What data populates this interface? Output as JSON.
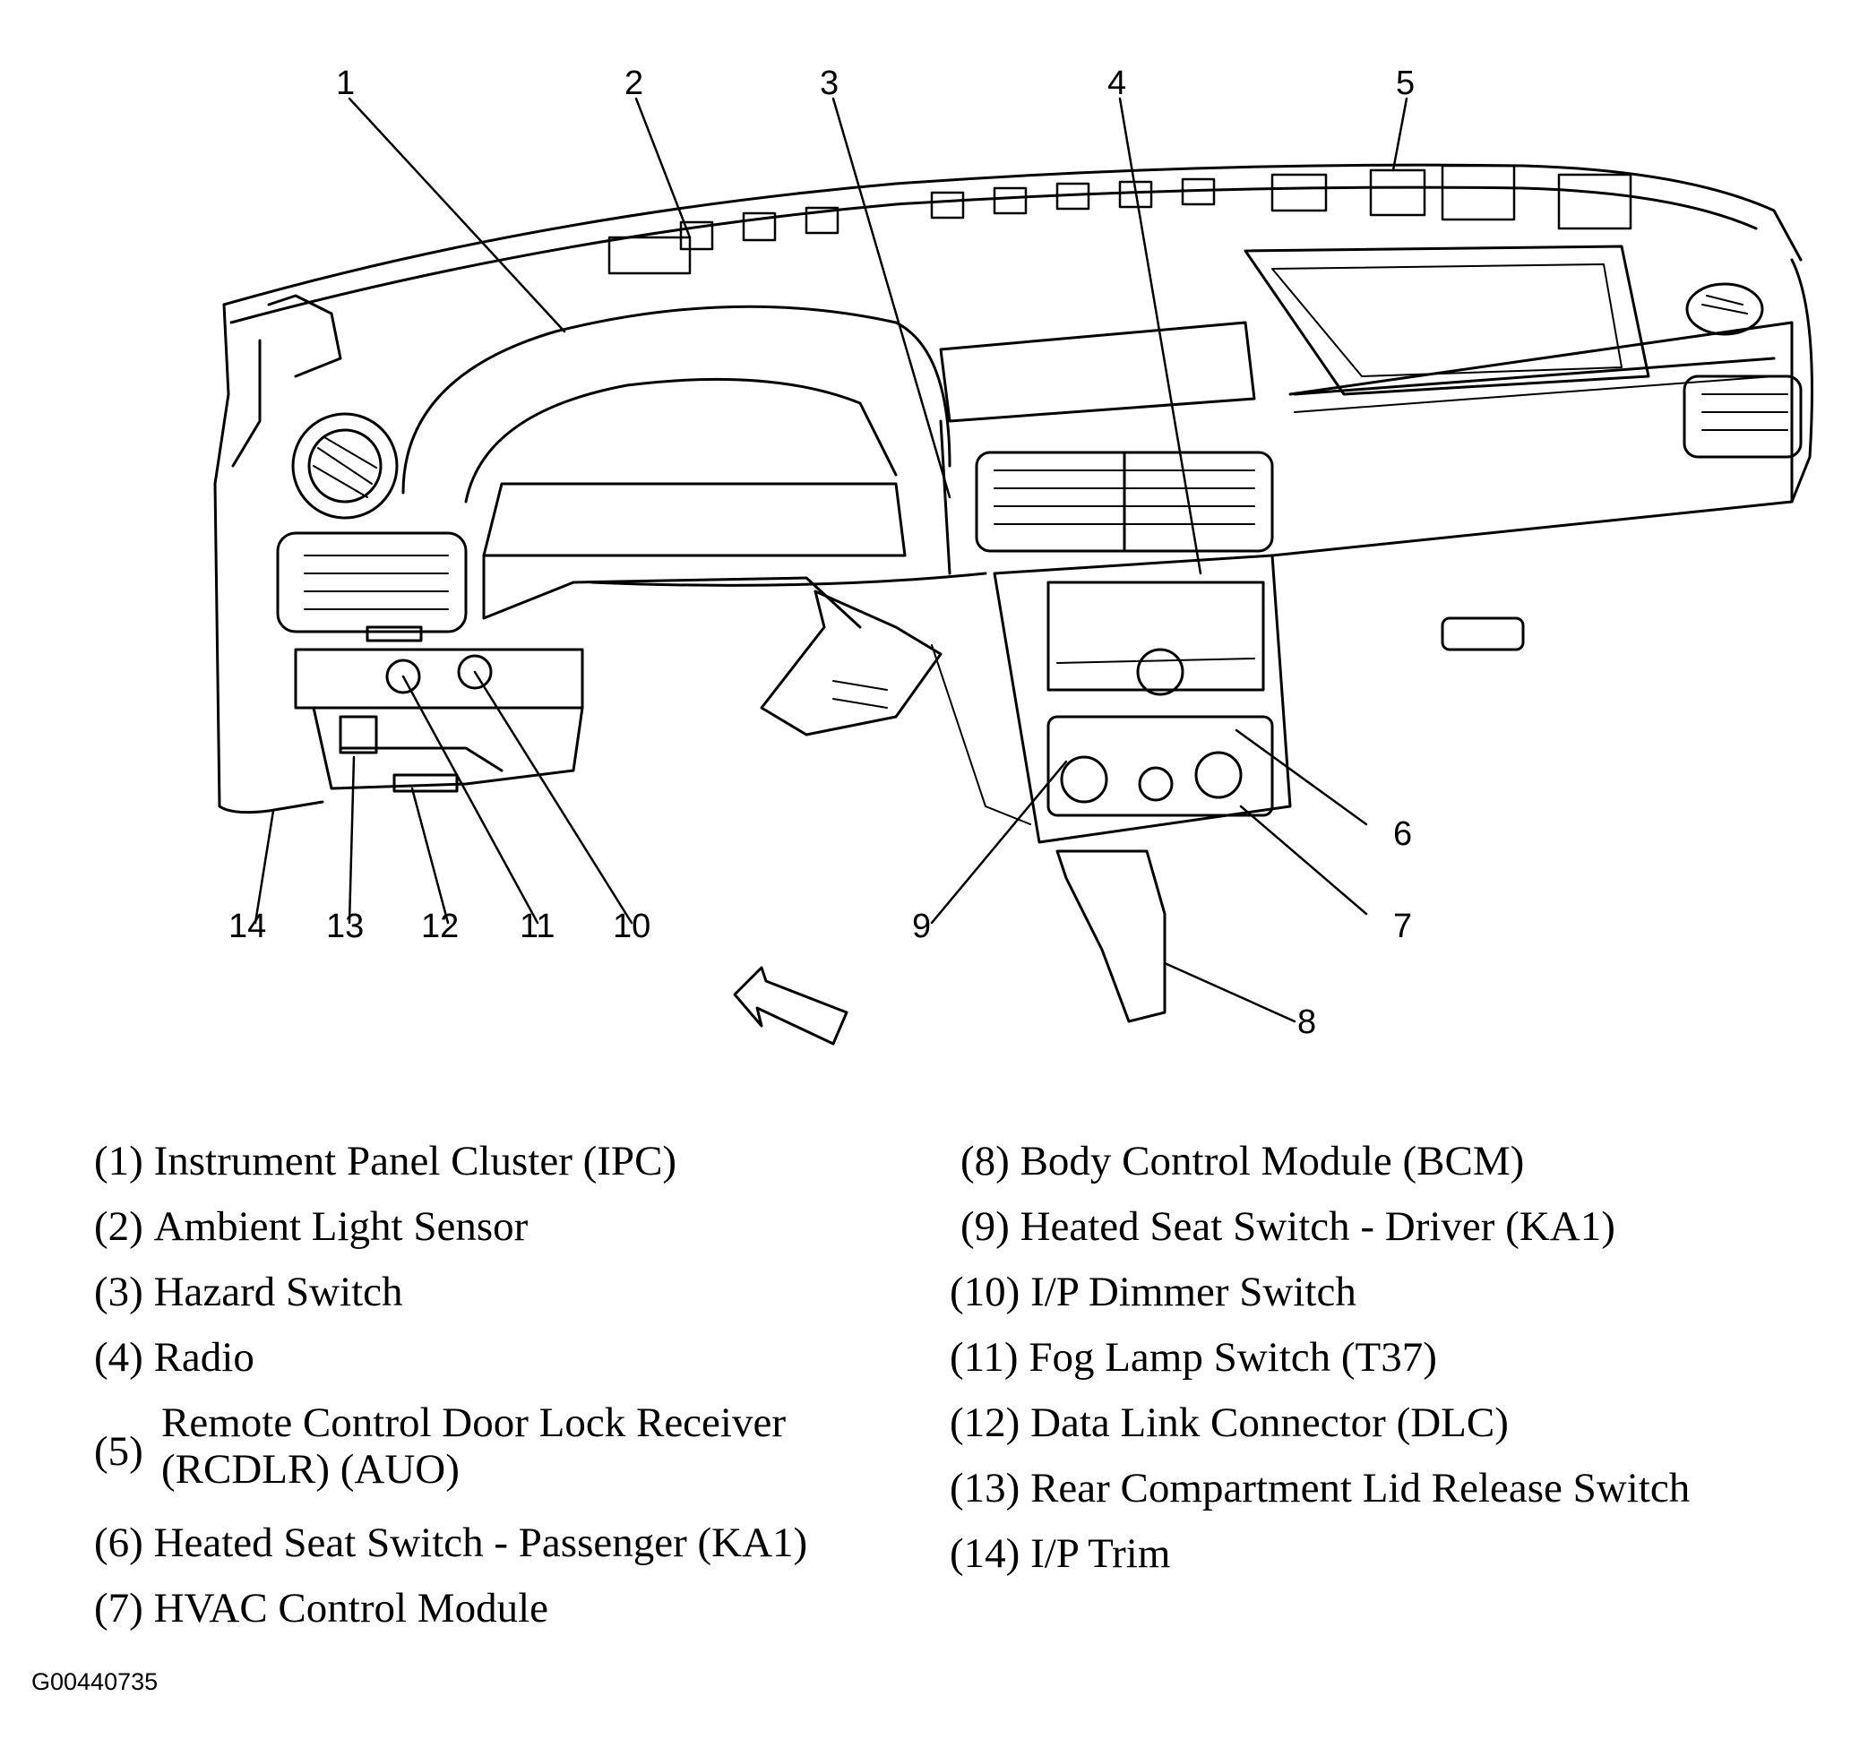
{
  "callouts": [
    "1",
    "2",
    "3",
    "4",
    "5",
    "6",
    "7",
    "8",
    "9",
    "10",
    "11",
    "12",
    "13",
    "14"
  ],
  "legend": [
    {
      "num": "(1)",
      "text": "Instrument Panel Cluster (IPC)"
    },
    {
      "num": "(2)",
      "text": "Ambient Light Sensor"
    },
    {
      "num": "(3)",
      "text": "Hazard Switch"
    },
    {
      "num": "(4)",
      "text": "Radio"
    },
    {
      "num": "(5)",
      "text": "Remote Control Door Lock Receiver",
      "text2": "(RCDLR) (AUO)"
    },
    {
      "num": "(6)",
      "text": "Heated Seat Switch - Passenger (KA1)"
    },
    {
      "num": "(7)",
      "text": "HVAC Control Module"
    },
    {
      "num": "(8)",
      "text": "Body Control Module (BCM)"
    },
    {
      "num": "(9)",
      "text": "Heated Seat Switch - Driver (KA1)"
    },
    {
      "num": "(10)",
      "text": "I/P Dimmer Switch"
    },
    {
      "num": "(11)",
      "text": "Fog Lamp Switch (T37)"
    },
    {
      "num": "(12)",
      "text": "Data Link Connector (DLC)"
    },
    {
      "num": "(13)",
      "text": "Rear Compartment Lid Release Switch"
    },
    {
      "num": "(14)",
      "text": "I/P Trim"
    }
  ],
  "figure_id": "G00440735"
}
